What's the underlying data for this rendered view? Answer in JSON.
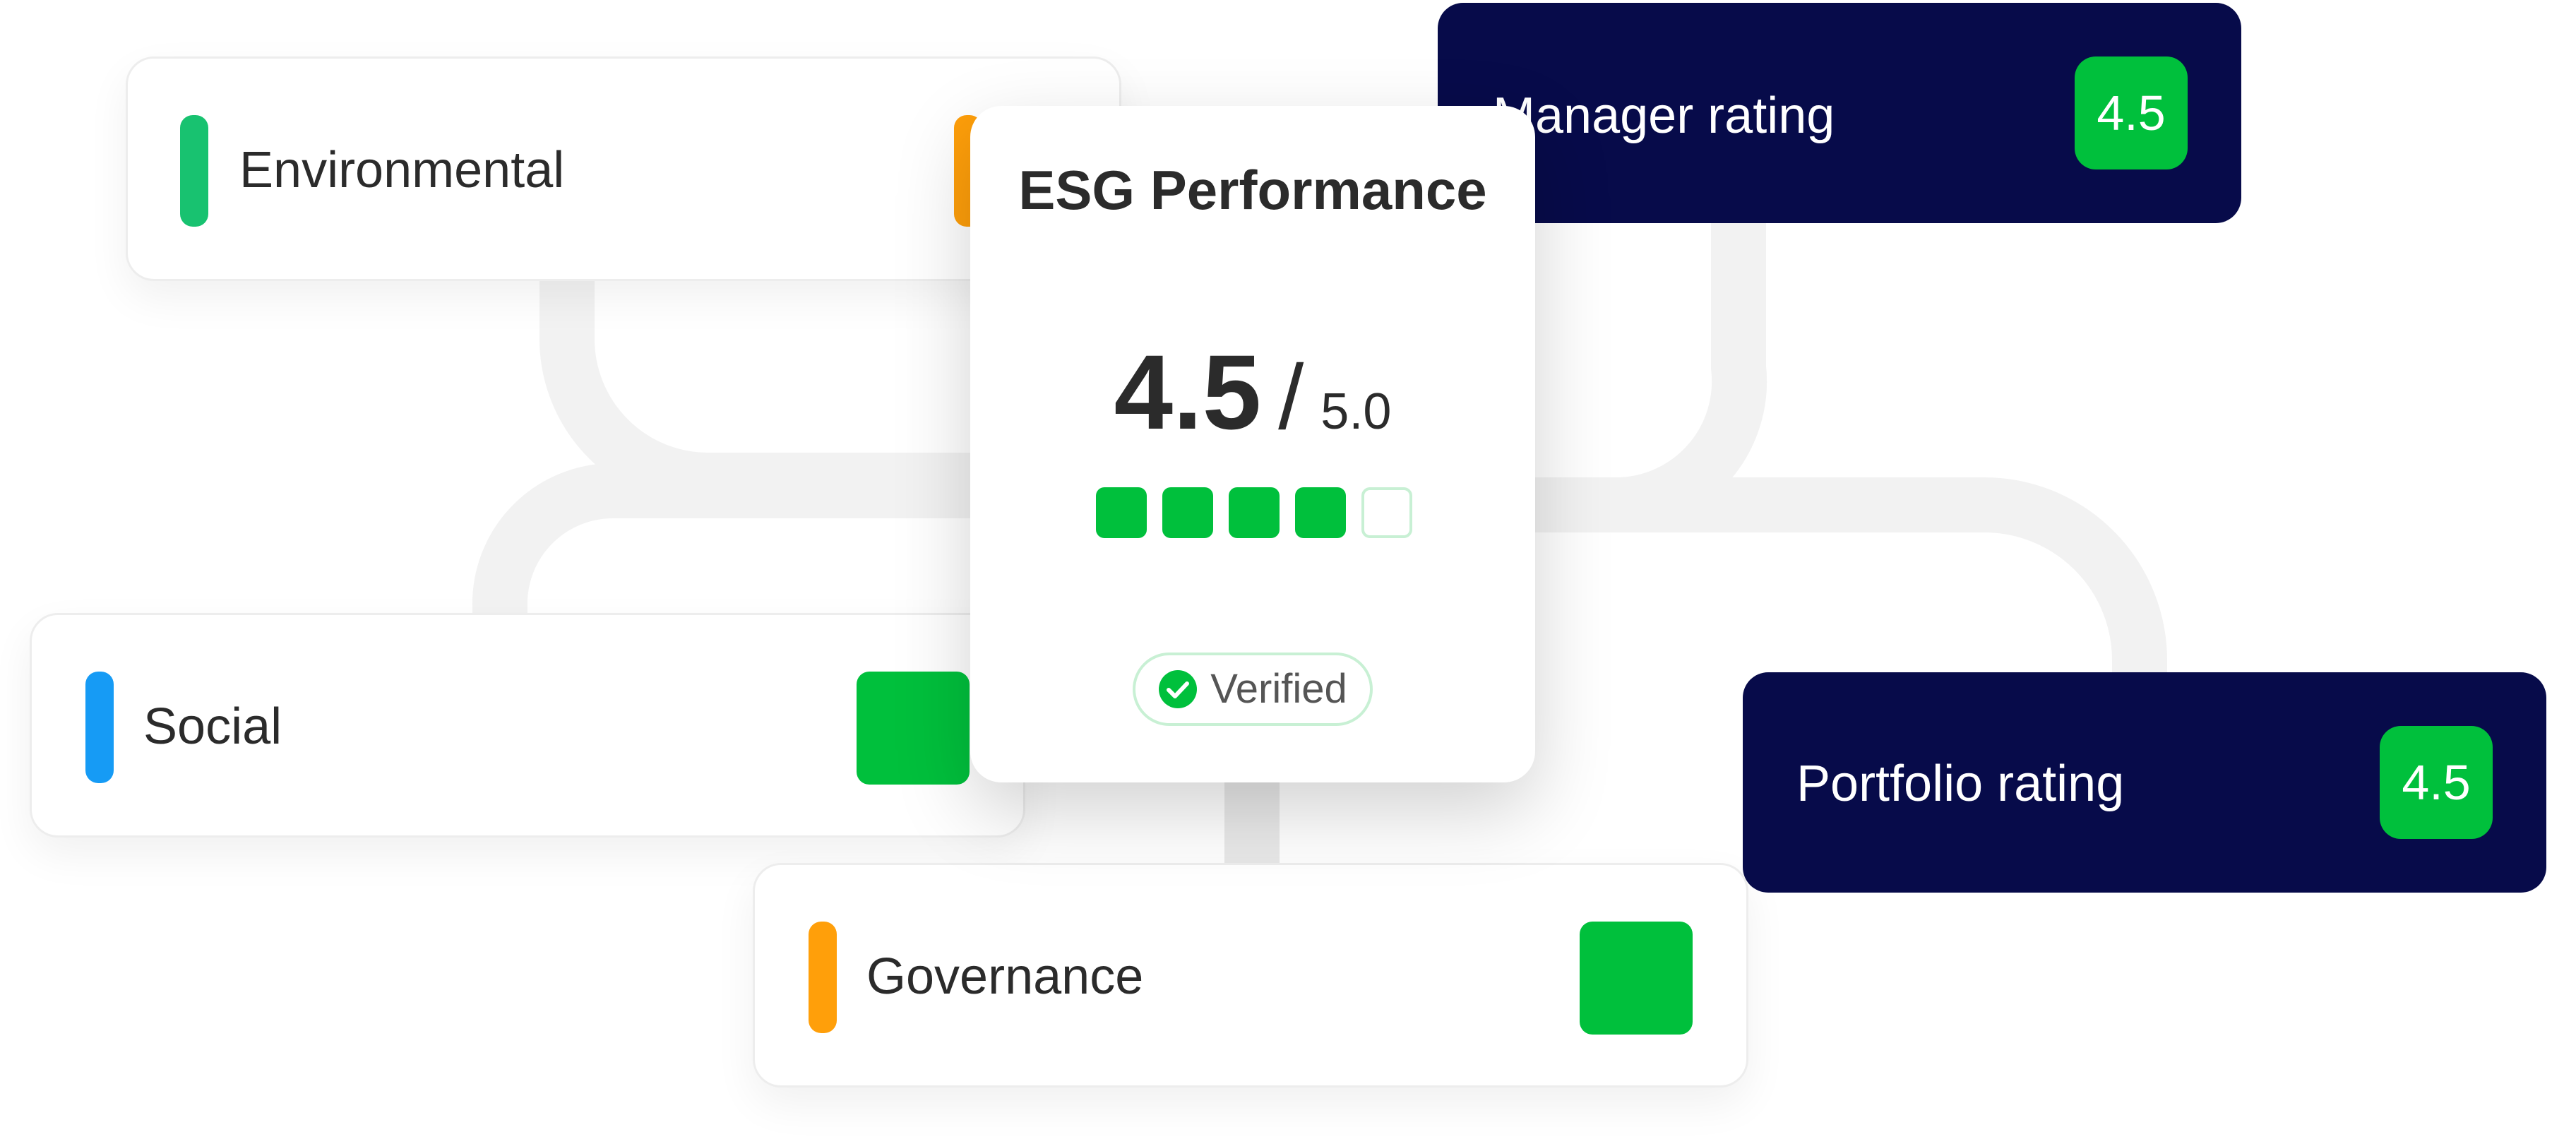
{
  "categories": [
    {
      "label": "Environmental",
      "accent": "#18c270"
    },
    {
      "label": "Social",
      "accent": "#169bf5"
    },
    {
      "label": "Governance",
      "accent": "#ff9f0a"
    }
  ],
  "summary": {
    "title": "ESG Performance",
    "score": "4.5",
    "separator": "/",
    "max": "5.0",
    "rating_filled": 4,
    "rating_total": 5,
    "verified_label": "Verified",
    "verified_icon": "check-circle-icon"
  },
  "ratings": [
    {
      "label": "Manager rating",
      "value": "4.5"
    },
    {
      "label": "Portfolio rating",
      "value": "4.5"
    }
  ],
  "colors": {
    "score_green": "#00c03c",
    "navy": "#070b4a",
    "connector": "#f2f2f2",
    "environmental_secondary_accent": "#ff9f0a"
  }
}
